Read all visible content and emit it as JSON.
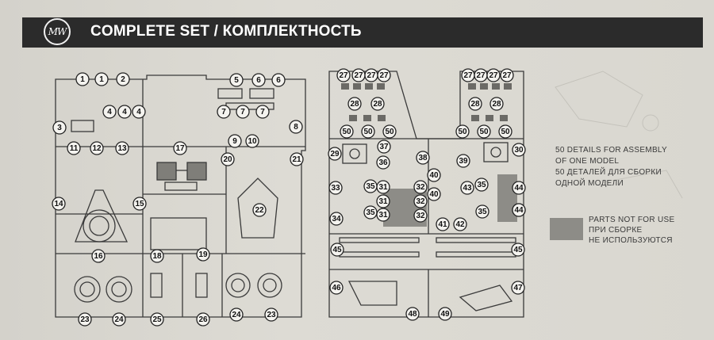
{
  "header": {
    "logo_text": "MW",
    "title": "COMPLETE SET / КОМПЛЕКТНОСТЬ"
  },
  "info": {
    "lines": [
      "50 DETAILS FOR ASSEMBLY",
      "OF ONE MODEL",
      "50 ДЕТАЛЕЙ ДЛЯ СБОРКИ",
      "ОДНОЙ МОДЕЛИ"
    ]
  },
  "legend": {
    "swatch_color": "#8d8c87",
    "lines": [
      "PARTS NOT FOR USE",
      "ПРИ СБОРКЕ",
      "НЕ ИСПОЛЬЗУЮТСЯ"
    ]
  },
  "left_sprue_parts": [
    "1",
    "1",
    "2",
    "5",
    "6",
    "6",
    "4",
    "4",
    "4",
    "7",
    "7",
    "7",
    "8",
    "3",
    "9",
    "10",
    "11",
    "12",
    "13",
    "17",
    "20",
    "21",
    "14",
    "15",
    "22",
    "16",
    "18",
    "19",
    "23",
    "24",
    "25",
    "26",
    "24",
    "23"
  ],
  "right_sprue_parts": [
    "27",
    "27",
    "27",
    "27",
    "27",
    "27",
    "27",
    "27",
    "28",
    "28",
    "28",
    "28",
    "50",
    "50",
    "50",
    "50",
    "50",
    "50",
    "29",
    "37",
    "38",
    "39",
    "30",
    "36",
    "40",
    "31",
    "35",
    "32",
    "33",
    "35",
    "40",
    "43",
    "35",
    "44",
    "31",
    "32",
    "34",
    "35",
    "31",
    "32",
    "41",
    "42",
    "35",
    "44",
    "45",
    "45",
    "46",
    "48",
    "49",
    "47"
  ]
}
